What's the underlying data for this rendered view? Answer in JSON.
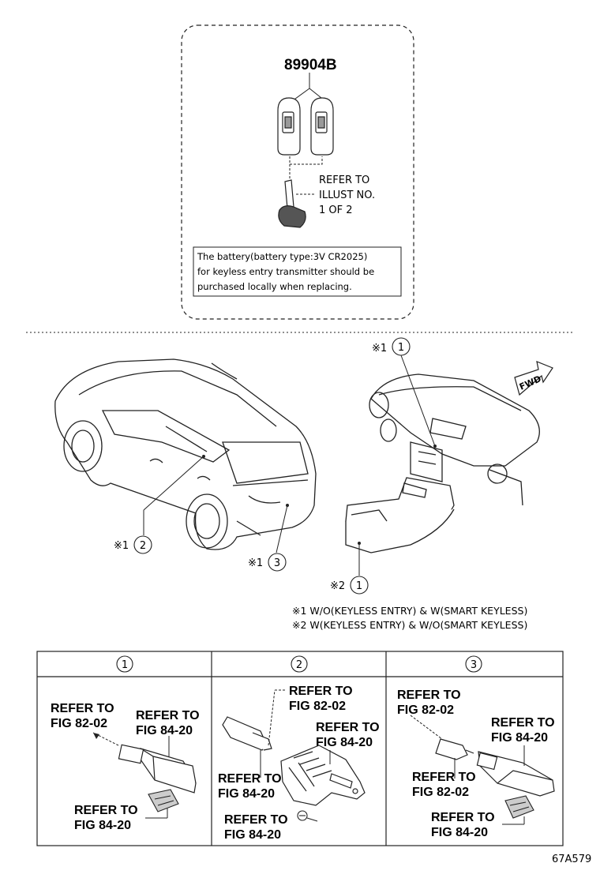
{
  "top_panel": {
    "part_number": "89904B",
    "refer_line1": "REFER TO",
    "refer_line2": "ILLUST NO.",
    "refer_line3": "1 OF 2",
    "note_line1": "The battery(battery type:3V CR2025)",
    "note_line2": "for keyless entry transmitter should be",
    "note_line3": "purchased locally when replacing."
  },
  "markers": {
    "dash_marker_prefix": "※1",
    "dash_marker_num": "1",
    "dash_console_prefix": "※2",
    "dash_console_num": "1",
    "car_door_prefix": "※1",
    "car_door_num": "2",
    "car_rear_prefix": "※1",
    "car_rear_num": "3",
    "fwd_label": "FWD"
  },
  "notes": {
    "note1": "※1 W/O(KEYLESS ENTRY) & W(SMART KEYLESS)",
    "note2": "※2 W(KEYLESS ENTRY) & W/O(SMART KEYLESS)"
  },
  "detail_table": {
    "headers": [
      "1",
      "2",
      "3"
    ],
    "panel1": {
      "ref_a": [
        "REFER TO",
        "FIG 82-02"
      ],
      "ref_b": [
        "REFER TO",
        "FIG 84-20"
      ],
      "ref_c": [
        "REFER TO",
        "FIG 84-20"
      ]
    },
    "panel2": {
      "ref_a": [
        "REFER TO",
        "FIG 82-02"
      ],
      "ref_b": [
        "REFER TO",
        "FIG 84-20"
      ],
      "ref_c": [
        "REFER TO",
        "FIG 84-20"
      ],
      "ref_d": [
        "REFER TO",
        "FIG 84-20"
      ]
    },
    "panel3": {
      "ref_a": [
        "REFER TO",
        "FIG 82-02"
      ],
      "ref_b": [
        "REFER TO",
        "FIG 84-20"
      ],
      "ref_c": [
        "REFER TO",
        "FIG 82-02"
      ],
      "ref_d": [
        "REFER TO",
        "FIG 84-20"
      ]
    }
  },
  "figure_id": "67A579"
}
